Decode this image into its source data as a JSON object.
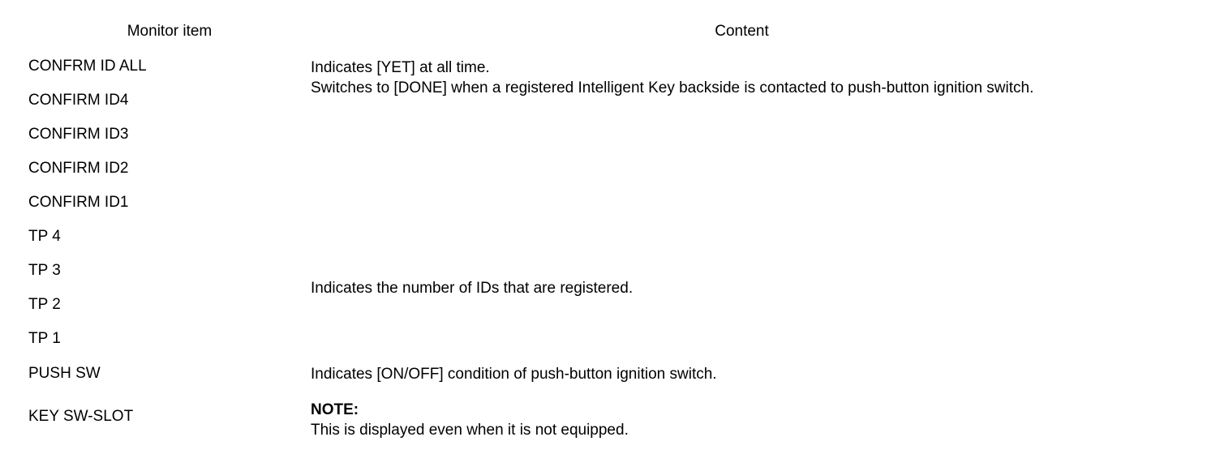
{
  "table": {
    "columns": [
      {
        "key": "monitor_item",
        "header": "Monitor item"
      },
      {
        "key": "content",
        "header": "Content"
      }
    ],
    "rows": [
      {
        "item": "CONFRM ID ALL"
      },
      {
        "item": "CONFIRM ID4"
      },
      {
        "item": "CONFIRM ID3"
      },
      {
        "item": "CONFIRM ID2"
      },
      {
        "item": "CONFIRM ID1"
      },
      {
        "item": "TP 4"
      },
      {
        "item": "TP 3"
      },
      {
        "item": "TP 2"
      },
      {
        "item": "TP 1"
      },
      {
        "item": "PUSH SW"
      },
      {
        "item": "KEY SW-SLOT"
      }
    ],
    "content_groups": [
      {
        "id": "confirm-id-group",
        "rowspan": 5,
        "lines": [
          "Indicates [YET] at all time.",
          "Switches to [DONE] when a registered Intelligent Key backside is contacted to push-button ignition switch."
        ]
      },
      {
        "id": "tp-group",
        "rowspan": 4,
        "lines": [
          "Indicates the number of IDs that are registered."
        ]
      },
      {
        "id": "push-sw-group",
        "rowspan": 1,
        "lines": [
          "Indicates [ON/OFF] condition of push-button ignition switch."
        ]
      },
      {
        "id": "key-sw-slot-group",
        "rowspan": 2,
        "note_label": "NOTE:",
        "lines": [
          "This is displayed even when it is not equipped."
        ]
      }
    ]
  },
  "colors": {
    "rule": "#000000",
    "text": "#000000",
    "background": "#ffffff"
  }
}
